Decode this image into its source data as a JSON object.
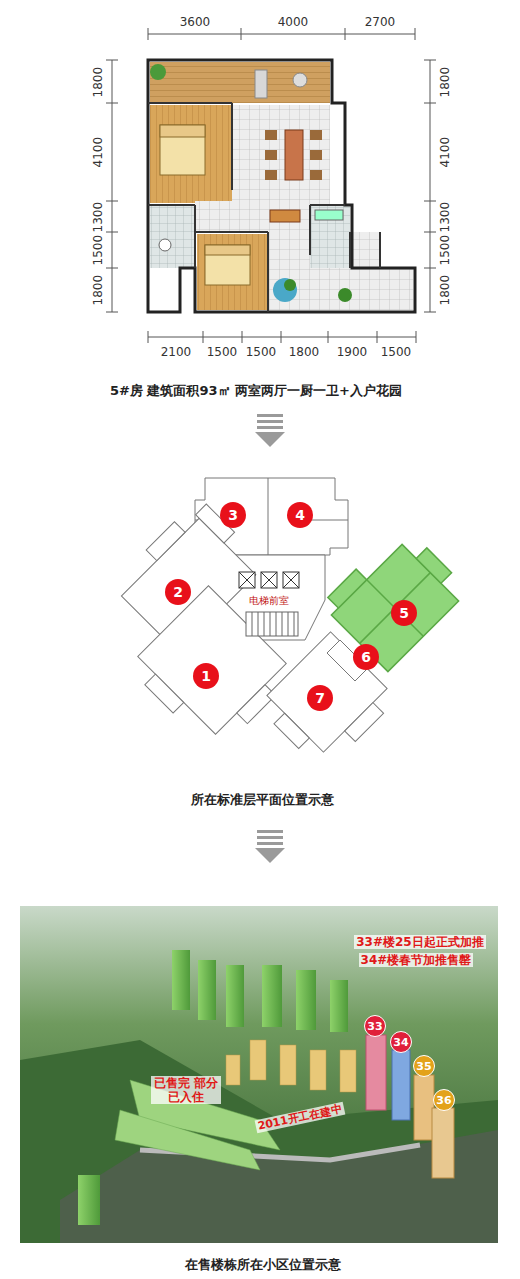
{
  "diagram": {
    "nodes": [
      {
        "text": [
          "3"
        ]
      },
      {
        "text": [
          "4"
        ]
      },
      {
        "text": [
          "2"
        ]
      },
      {
        "text": [
          "1"
        ]
      },
      {
        "text": [
          "5"
        ]
      },
      {
        "text": [
          "6"
        ]
      },
      {
        "text": [
          "7"
        ]
      },
      {
        "text": [
          "33"
        ]
      },
      {
        "text": [
          "34"
        ]
      },
      {
        "text": [
          "35"
        ]
      },
      {
        "text": [
          "36"
        ]
      }
    ],
    "edges": [],
    "labels": [
      "3600",
      "4000",
      "2700",
      "1800",
      "4100",
      "1300",
      "1500",
      "1800",
      "1800",
      "4100",
      "1300",
      "1500",
      "1800",
      "2100",
      "1500",
      "1500",
      "1800",
      "1900",
      "1500",
      "5#房 建筑面积93㎡ 两室两厅一厨一卫+入户花园",
      "电梯前室",
      "所在标准层平面位置示意",
      "33#楼25日起正式加推",
      "34#楼春节加推售罄",
      "已售完 部分已入住",
      "2011开工在建中",
      "在售楼栋所在小区位置示意"
    ]
  }
}
